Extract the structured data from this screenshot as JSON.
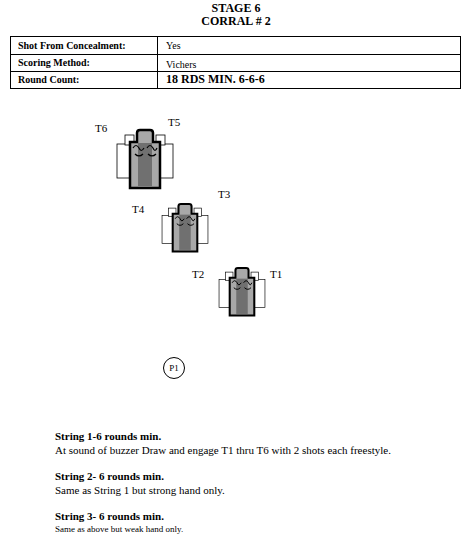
{
  "diagram": {
    "title": "STAGE 6",
    "nodes": [
      {
        "text": [
          "P1"
        ]
      }
    ],
    "labels": [
      "CORRAL # 2",
      "Shot From Concealment:",
      "Yes",
      "Scoring Method:",
      "Vichers",
      "Round Count:",
      "18 RDS MIN. 6-6-6",
      "T6",
      "T5",
      "T4",
      "T3",
      "T2",
      "T1",
      "String 1-6 rounds min.",
      "At sound of buzzer Draw and engage T1 thru T6 with 2 shots each freestyle.",
      "String 2- 6 rounds min.",
      "Same as String 1 but strong hand only.",
      "String 3- 6 rounds min.",
      "Same as above but weak hand only."
    ]
  }
}
